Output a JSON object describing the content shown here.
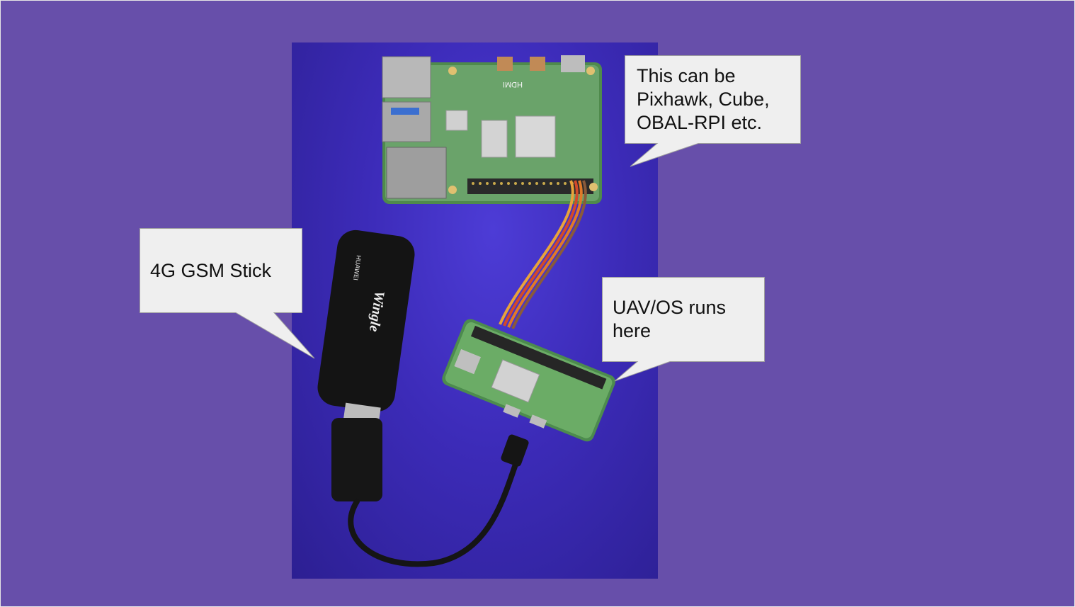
{
  "callouts": {
    "flight_controller": "This can be\nPixhawk, Cube,\nOBAL-RPI etc.",
    "gsm_stick": "4G GSM Stick",
    "uavos": "UAV/OS runs\nhere"
  },
  "photo": {
    "modem_brand": "HUAWEI",
    "modem_logo": "Wingle",
    "board_port_label": "HDMI"
  },
  "colors": {
    "slide_background": "#674faa",
    "callout_fill": "#efefef",
    "callout_stroke": "#9e9e9e"
  }
}
